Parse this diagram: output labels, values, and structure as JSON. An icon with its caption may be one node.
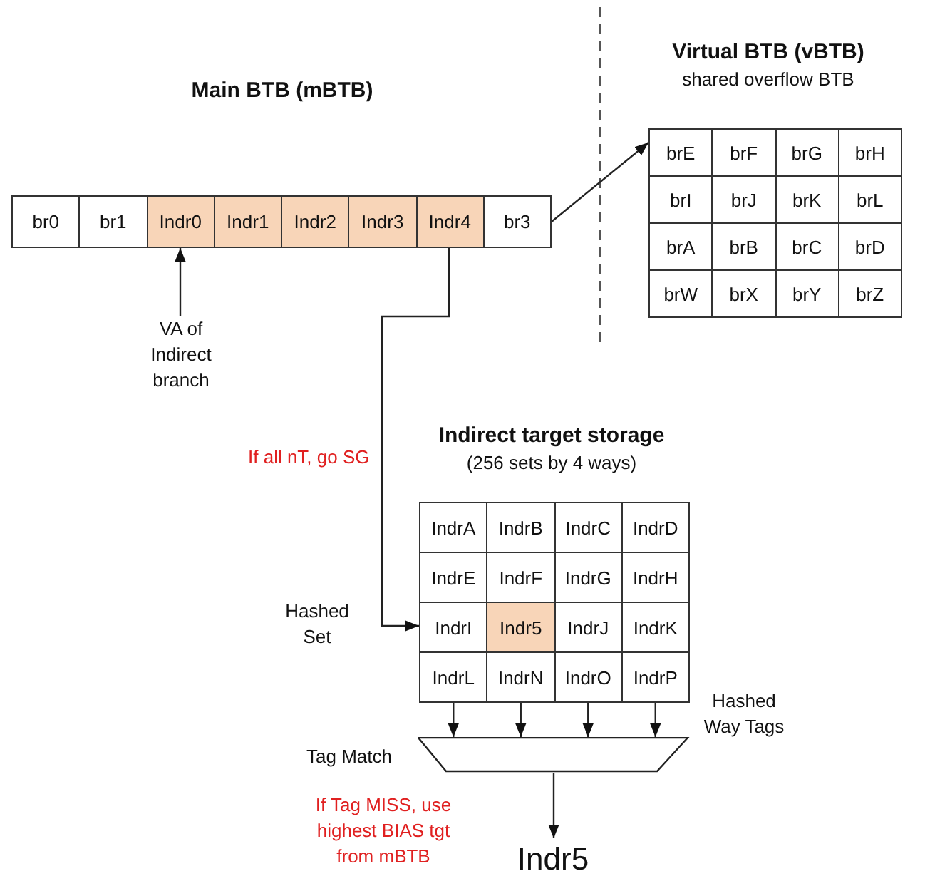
{
  "diagram": {
    "nodes": [
      {
        "text": [
          "Main BTB (mBTB)"
        ]
      },
      {
        "text": [
          "br0"
        ],
        "in": 0
      },
      {
        "text": [
          "br1"
        ],
        "in": 0
      },
      {
        "text": [
          "Indr0"
        ],
        "in": 0
      },
      {
        "text": [
          "Indr1"
        ],
        "in": 0
      },
      {
        "text": [
          "Indr2"
        ],
        "in": 0
      },
      {
        "text": [
          "Indr3"
        ],
        "in": 0
      },
      {
        "text": [
          "Indr4"
        ],
        "in": 0
      },
      {
        "text": [
          "br3"
        ],
        "in": 0
      },
      {
        "text": [
          "VA of Indirect branch"
        ]
      },
      {
        "text": [
          "Virtual BTB (vBTB)",
          "shared overflow BTB"
        ]
      },
      {
        "text": [
          "brE"
        ],
        "in": 10
      },
      {
        "text": [
          "brF"
        ],
        "in": 10
      },
      {
        "text": [
          "brG"
        ],
        "in": 10
      },
      {
        "text": [
          "brH"
        ],
        "in": 10
      },
      {
        "text": [
          "brI"
        ],
        "in": 10
      },
      {
        "text": [
          "brJ"
        ],
        "in": 10
      },
      {
        "text": [
          "brK"
        ],
        "in": 10
      },
      {
        "text": [
          "brL"
        ],
        "in": 10
      },
      {
        "text": [
          "brA"
        ],
        "in": 10
      },
      {
        "text": [
          "brB"
        ],
        "in": 10
      },
      {
        "text": [
          "brC"
        ],
        "in": 10
      },
      {
        "text": [
          "brD"
        ],
        "in": 10
      },
      {
        "text": [
          "brW"
        ],
        "in": 10
      },
      {
        "text": [
          "brX"
        ],
        "in": 10
      },
      {
        "text": [
          "brY"
        ],
        "in": 10
      },
      {
        "text": [
          "brZ"
        ],
        "in": 10
      },
      {
        "text": [
          "Indirect target storage",
          "(256 sets by 4 ways)"
        ]
      },
      {
        "text": [
          "IndrA"
        ],
        "in": 27
      },
      {
        "text": [
          "IndrB"
        ],
        "in": 27
      },
      {
        "text": [
          "IndrC"
        ],
        "in": 27
      },
      {
        "text": [
          "IndrD"
        ],
        "in": 27
      },
      {
        "text": [
          "IndrE"
        ],
        "in": 27
      },
      {
        "text": [
          "IndrF"
        ],
        "in": 27
      },
      {
        "text": [
          "IndrG"
        ],
        "in": 27
      },
      {
        "text": [
          "IndrH"
        ],
        "in": 27
      },
      {
        "text": [
          "IndrI"
        ],
        "in": 27
      },
      {
        "text": [
          "Indr5"
        ],
        "in": 27
      },
      {
        "text": [
          "IndrJ"
        ],
        "in": 27
      },
      {
        "text": [
          "IndrK"
        ],
        "in": 27
      },
      {
        "text": [
          "IndrL"
        ],
        "in": 27
      },
      {
        "text": [
          "IndrN"
        ],
        "in": 27
      },
      {
        "text": [
          "IndrO"
        ],
        "in": 27
      },
      {
        "text": [
          "IndrP"
        ],
        "in": 27
      },
      {
        "text": [
          "Tag Match"
        ]
      },
      {
        "text": [
          "Indr5"
        ]
      }
    ],
    "edges": [
      {
        "from": 9,
        "to": 3,
        "arrow": "to"
      },
      {
        "from": 8,
        "to": 11,
        "arrow": "to"
      },
      {
        "from": 7,
        "to": 36,
        "arrow": "to",
        "label": "If all nT, go SG"
      },
      {
        "from": 40,
        "to": 44,
        "arrow": "to"
      },
      {
        "from": 41,
        "to": 44,
        "arrow": "to"
      },
      {
        "from": 42,
        "to": 44,
        "arrow": "to"
      },
      {
        "from": 43,
        "to": 44,
        "arrow": "to"
      },
      {
        "from": 44,
        "to": 45,
        "arrow": "to"
      }
    ],
    "labels": [
      "Hashed Set",
      "Hashed Way Tags",
      "If Tag MISS, use highest BIAS tgt from mBTB"
    ]
  }
}
